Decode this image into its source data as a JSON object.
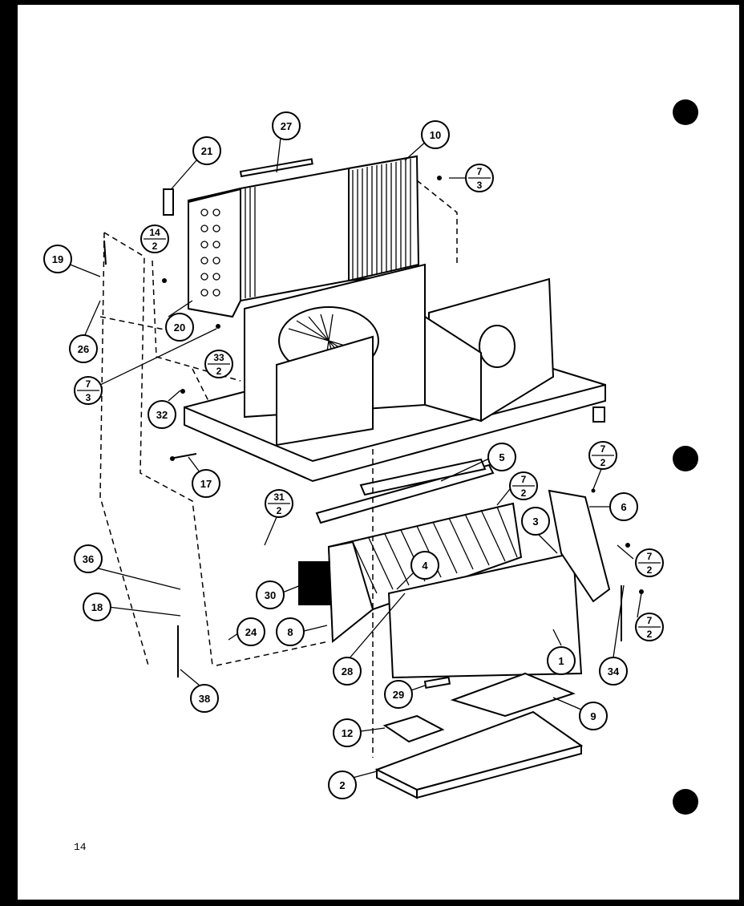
{
  "page_number": "14",
  "callouts": [
    {
      "id": "c-27",
      "label": "27"
    },
    {
      "id": "c-10",
      "label": "10"
    },
    {
      "id": "c-21",
      "label": "21"
    },
    {
      "id": "c-19",
      "label": "19"
    },
    {
      "id": "c-20",
      "label": "20"
    },
    {
      "id": "c-26",
      "label": "26"
    },
    {
      "id": "c-32",
      "label": "32"
    },
    {
      "id": "c-17",
      "label": "17"
    },
    {
      "id": "c-5",
      "label": "5"
    },
    {
      "id": "c-6",
      "label": "6"
    },
    {
      "id": "c-3",
      "label": "3"
    },
    {
      "id": "c-4",
      "label": "4"
    },
    {
      "id": "c-30",
      "label": "30"
    },
    {
      "id": "c-36",
      "label": "36"
    },
    {
      "id": "c-18",
      "label": "18"
    },
    {
      "id": "c-24",
      "label": "24"
    },
    {
      "id": "c-8",
      "label": "8"
    },
    {
      "id": "c-28",
      "label": "28"
    },
    {
      "id": "c-1",
      "label": "1"
    },
    {
      "id": "c-34",
      "label": "34"
    },
    {
      "id": "c-29",
      "label": "29"
    },
    {
      "id": "c-9",
      "label": "9"
    },
    {
      "id": "c-12",
      "label": "12"
    },
    {
      "id": "c-38",
      "label": "38"
    },
    {
      "id": "c-2",
      "label": "2"
    }
  ],
  "fraction_callouts": [
    {
      "id": "f-7-3-top",
      "num": "7",
      "den": "3"
    },
    {
      "id": "f-14-2",
      "num": "14",
      "den": "2"
    },
    {
      "id": "f-7-3-left",
      "num": "7",
      "den": "3"
    },
    {
      "id": "f-33-2",
      "num": "33",
      "den": "2"
    },
    {
      "id": "f-31-2",
      "num": "31",
      "den": "2"
    },
    {
      "id": "f-7-2-a",
      "num": "7",
      "den": "2"
    },
    {
      "id": "f-7-2-b",
      "num": "7",
      "den": "2"
    },
    {
      "id": "f-7-2-c",
      "num": "7",
      "den": "2"
    },
    {
      "id": "f-7-2-d",
      "num": "7",
      "den": "2"
    }
  ]
}
